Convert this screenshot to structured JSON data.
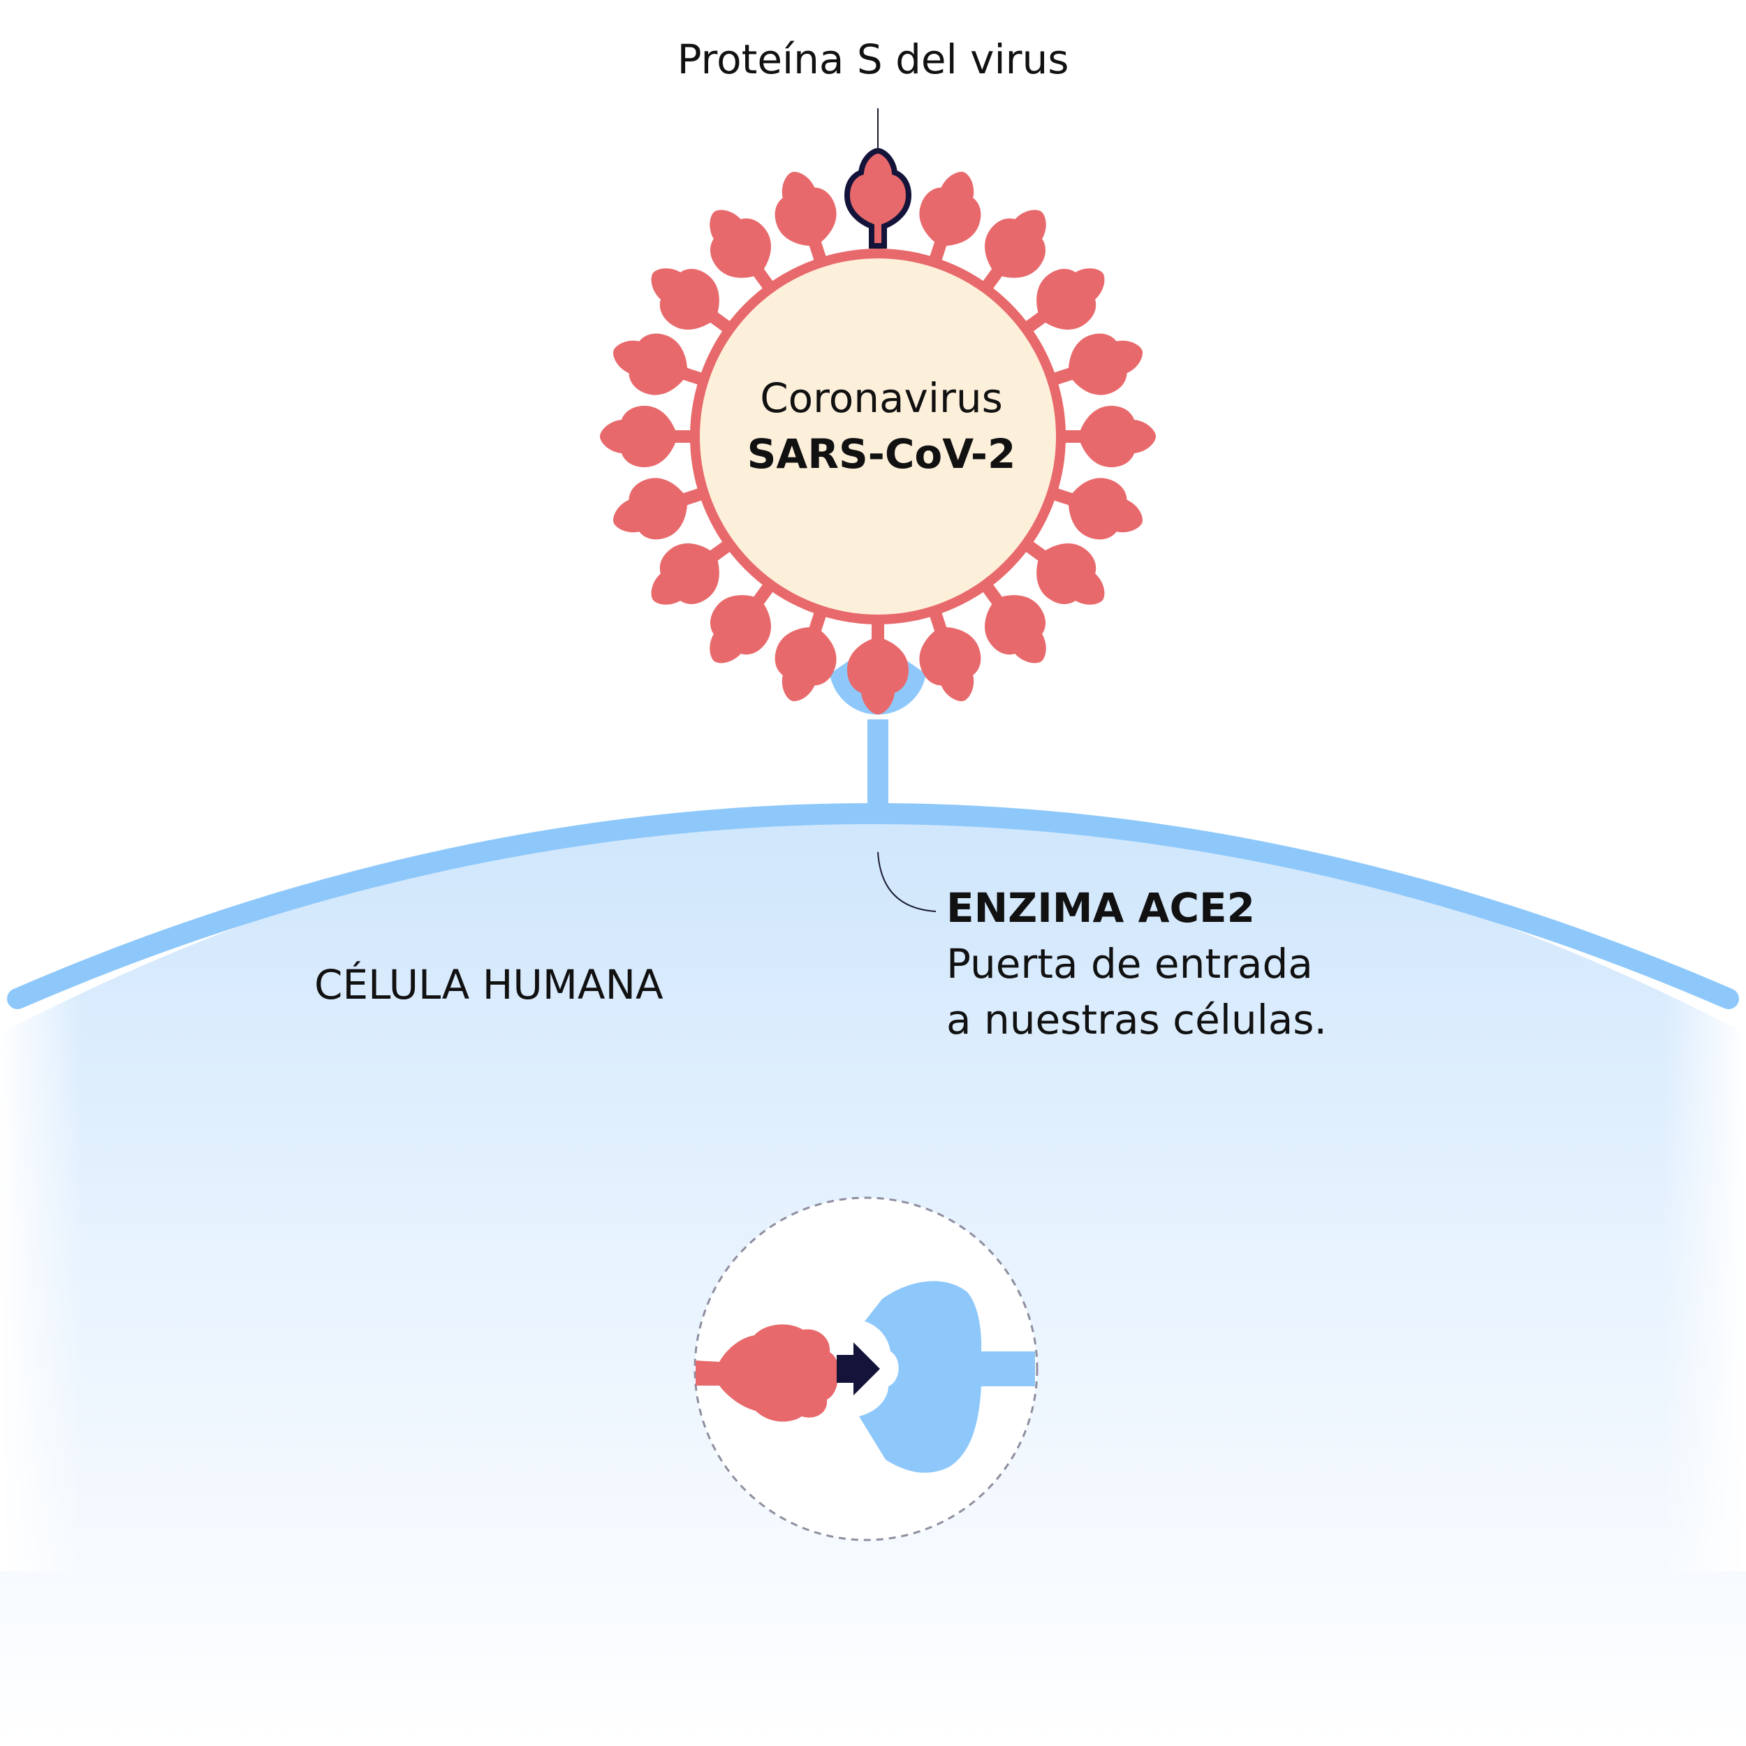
{
  "labels": {
    "spike_protein": "Proteína S del virus",
    "virus_line1": "Coronavirus",
    "virus_line2": "SARS-CoV-2",
    "cell": "CÉLULA HUMANA",
    "enzyme_title": "ENZIMA ACE2",
    "enzyme_desc_line1": "Puerta de entrada",
    "enzyme_desc_line2": "a nuestras células."
  },
  "colors": {
    "spike": "#e8696b",
    "spike_dark_outline": "#14143a",
    "virus_core": "#fdf0db",
    "receptor": "#8ec8fb",
    "membrane": "#8ec8fb",
    "cytoplasm_top": "#cfe6fc",
    "arrow": "#14143a",
    "pointer_line": "#1a1a2e",
    "dashed_circle": "#8e8ea0"
  },
  "icons": {
    "virus": "coronavirus-icon",
    "receptor": "ace2-receptor-icon",
    "arrow": "arrow-right-icon"
  }
}
